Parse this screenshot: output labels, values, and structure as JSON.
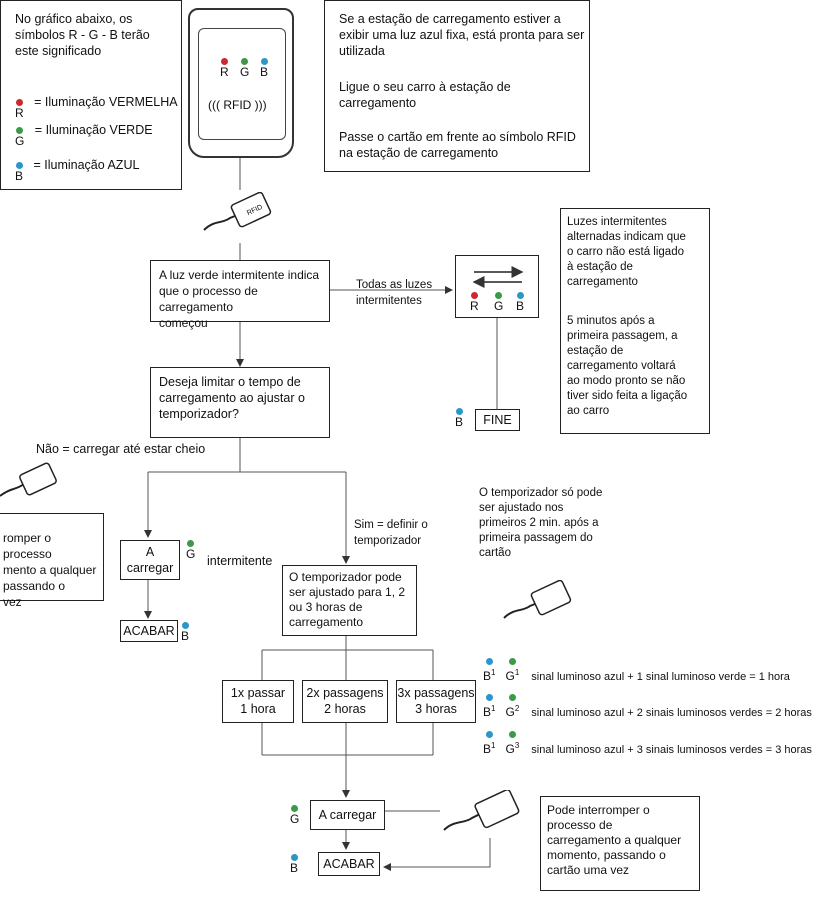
{
  "legend": {
    "intro": "No gráfico abaixo, os\nsímbolos R - G - B terão\neste significado",
    "items": [
      {
        "letter": "R",
        "text": "= Iluminação VERMELHA",
        "color": "#d0262e"
      },
      {
        "letter": "G",
        "text": "= Iluminação VERDE",
        "color": "#3a9a48"
      },
      {
        "letter": "B",
        "text": "= Iluminação AZUL",
        "color": "#2b97c9"
      }
    ]
  },
  "station": {
    "rfid_label": "RFID",
    "leds": [
      "R",
      "G",
      "B"
    ]
  },
  "intro_steps": {
    "ready": "Se a estação de carregamento estiver a\nexibir uma luz azul fixa, está pronta para ser\nutilizada",
    "connect": "Ligue o seu carro à estação de\ncarregamento",
    "card": "Passe o cartão em frente ao símbolo RFID\nna estação de carregamento"
  },
  "green_blink": "A luz verde intermitente indica\nque o processo de carregamento\ncomeçou",
  "all_lights_label": "Todas as luzes\nintermitentes",
  "alt_lights": {
    "leds": [
      "R",
      "G",
      "B"
    ]
  },
  "side_note": {
    "para1": "Luzes intermitentes\nalternadas indicam que\no carro não está ligado\nà estação de\ncarregamento",
    "para2": "5 minutos após a\nprimeira passagem, a\nestação de\ncarregamento voltará\nao modo pronto se não\ntiver sido feita a ligação\nao carro"
  },
  "fine": {
    "label": "FINE",
    "led": "B"
  },
  "limit_question": "Deseja limitar o tempo de\ncarregamento ao ajustar o\ntemporizador?",
  "no_label": "Não = carregar até estar cheio",
  "yes_label": "Sim = definir o\ntemporizador",
  "left_partial": "romper o processo\nmento a qualquer\npassando o\nvez",
  "charging_left": {
    "label": "A\ncarregar",
    "led": "G",
    "blink_label": "intermitente"
  },
  "finish_left": {
    "label": "ACABAR",
    "led": "B"
  },
  "timer_note": "O temporizador só pode\nser ajustado nos\nprimeiros 2 min. após a\nprimeira passagem do\ncartão",
  "timer_box": "O temporizador pode\nser ajustado para 1, 2\nou 3 horas de\ncarregamento",
  "options": [
    {
      "label": "1x passar\n1 hora"
    },
    {
      "label": "2x passagens\n2 horas"
    },
    {
      "label": "3x passagens\n3 horas"
    }
  ],
  "signals": [
    {
      "b": "B",
      "b_count": "1",
      "g": "G",
      "g_count": "1",
      "text": "sinal luminoso azul + 1 sinal luminoso verde = 1 hora"
    },
    {
      "b": "B",
      "b_count": "1",
      "g": "G",
      "g_count": "2",
      "text": "sinal luminoso azul + 2 sinais luminosos verdes = 2 horas"
    },
    {
      "b": "B",
      "b_count": "1",
      "g": "G",
      "g_count": "3",
      "text": "sinal luminoso azul + 3 sinais luminosos verdes = 3 horas"
    }
  ],
  "charging_bottom": {
    "label": "A carregar",
    "led": "G"
  },
  "interrupt_note": "Pode interromper o\nprocesso de\ncarregamento a qualquer\nmomento, passando o\ncartão uma vez",
  "finish_bottom": {
    "label": "ACABAR",
    "led": "B"
  },
  "card_label": "RFID",
  "colors": {
    "red": "#d0262e",
    "green": "#3a9a48",
    "blue": "#2b97c9",
    "line": "#555555"
  }
}
